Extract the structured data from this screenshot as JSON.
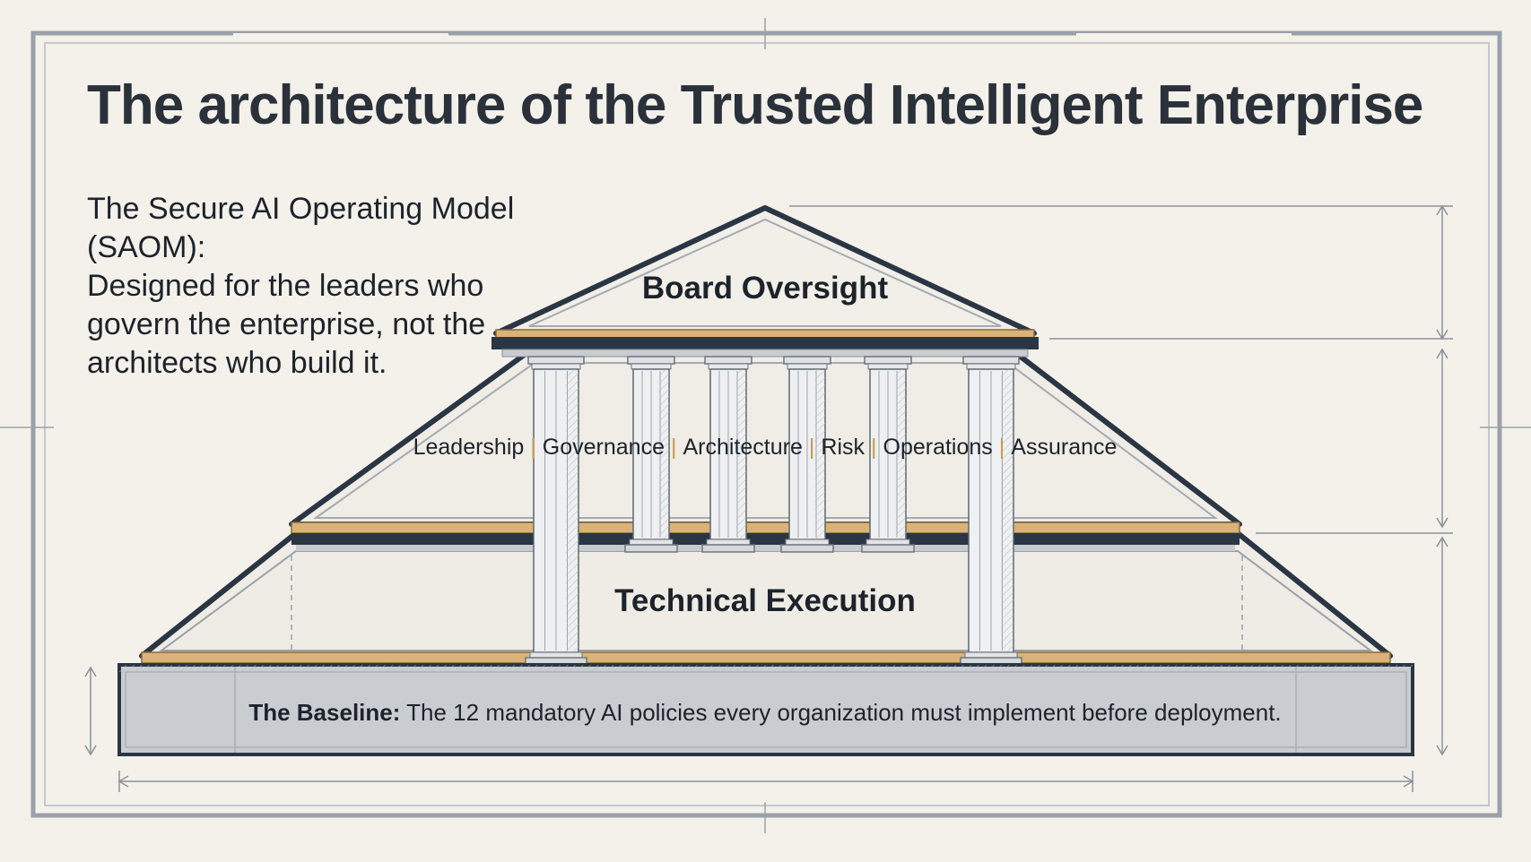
{
  "title": "The architecture of the Trusted Intelligent Enterprise",
  "subtitle_lines": [
    "The Secure AI Operating Model (SAOM):",
    "Designed for the leaders who",
    "govern the enterprise, not the",
    "architects who build it."
  ],
  "roof_label": "Board Oversight",
  "pillars": [
    "Leadership",
    "Governance",
    "Architecture",
    "Risk",
    "Operations",
    "Assurance"
  ],
  "pillar_separator": "|",
  "middle_label": "Technical Execution",
  "baseline": {
    "lead": "The Baseline:",
    "text": " The 12 mandatory AI policies every organization must implement before deployment."
  },
  "colors": {
    "background": "#f3f1ea",
    "navy": "#2b3644",
    "gold": "#d9b377",
    "stone": "#c9ccd0",
    "line": "#7a828c"
  }
}
